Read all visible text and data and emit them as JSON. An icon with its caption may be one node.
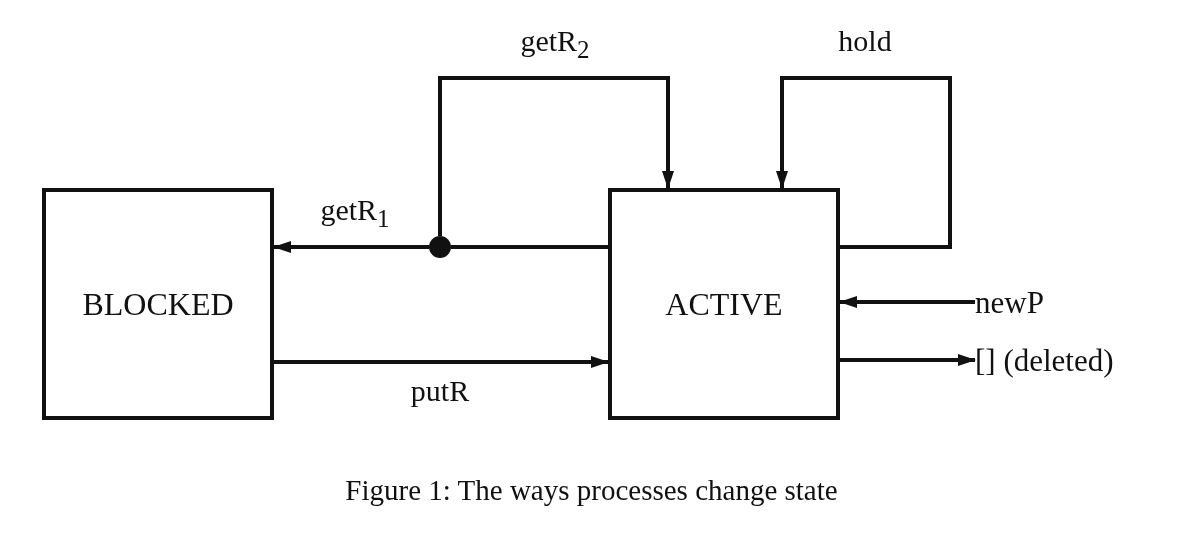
{
  "diagram": {
    "caption": "Figure 1: The ways processes change state",
    "nodes": [
      {
        "text": [
          "BLOCKED"
        ]
      },
      {
        "text": [
          "ACTIVE"
        ]
      },
      {
        "text": [],
        "shape": "circle"
      },
      {
        "text": [
          "newP"
        ]
      },
      {
        "text": [
          "[] (deleted)"
        ]
      }
    ],
    "edges": [
      {
        "from": 1,
        "to": 2,
        "arrow": "none"
      },
      {
        "from": 2,
        "to": 0,
        "arrow": "to",
        "label": "getR$_{1}$"
      },
      {
        "from": 2,
        "to": 1,
        "arrow": "to",
        "label": "getR$_{2}$"
      },
      {
        "from": 1,
        "to": 1,
        "arrow": "to",
        "label": "hold"
      },
      {
        "from": 0,
        "to": 1,
        "arrow": "to",
        "label": "putR"
      },
      {
        "from": 3,
        "to": 1,
        "arrow": "to"
      },
      {
        "from": 1,
        "to": 4,
        "arrow": "to"
      }
    ]
  }
}
